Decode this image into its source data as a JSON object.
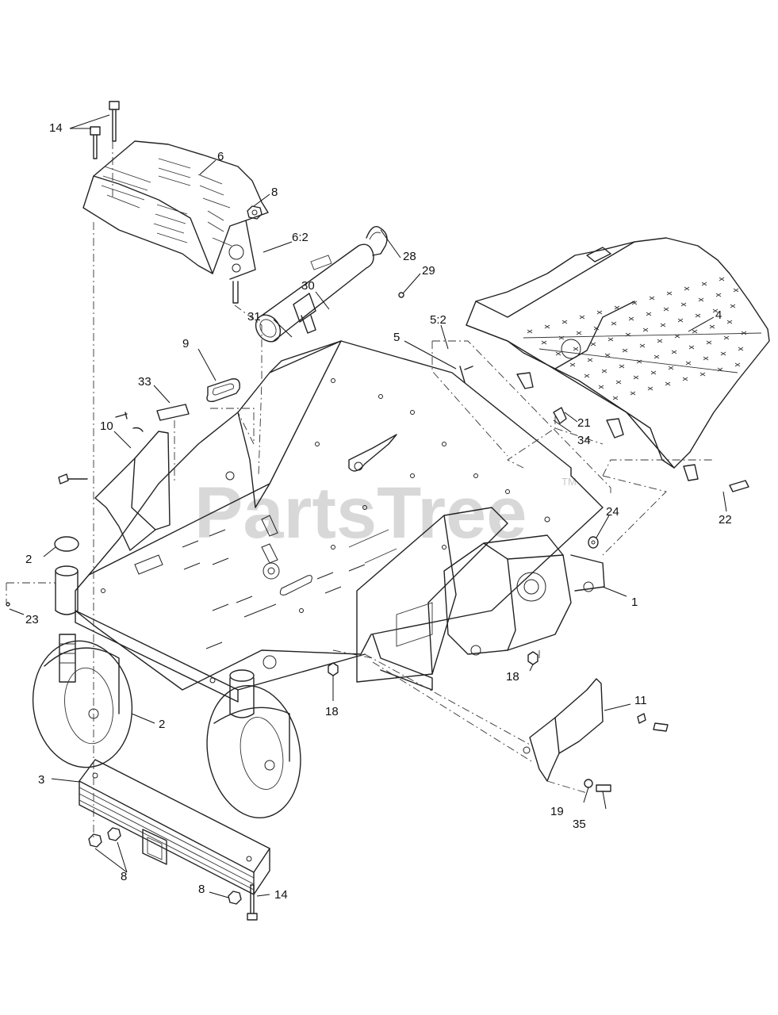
{
  "watermark": {
    "text": "PartsTree",
    "mark": "TM"
  },
  "callouts": {
    "c1": "1",
    "c2a": "2",
    "c2b": "2",
    "c3": "3",
    "c4": "4",
    "c5": "5",
    "c5_2": "5:2",
    "c6": "6",
    "c6_2": "6:2",
    "c8a": "8",
    "c8b": "8",
    "c8c": "8",
    "c9": "9",
    "c10": "10",
    "c11": "11",
    "c14a": "14",
    "c14b": "14",
    "c18a": "18",
    "c18b": "18",
    "c19": "19",
    "c21": "21",
    "c22": "22",
    "c23": "23",
    "c24": "24",
    "c28": "28",
    "c29": "29",
    "c30": "30",
    "c31": "31",
    "c33": "33",
    "c34": "34",
    "c35": "35"
  }
}
